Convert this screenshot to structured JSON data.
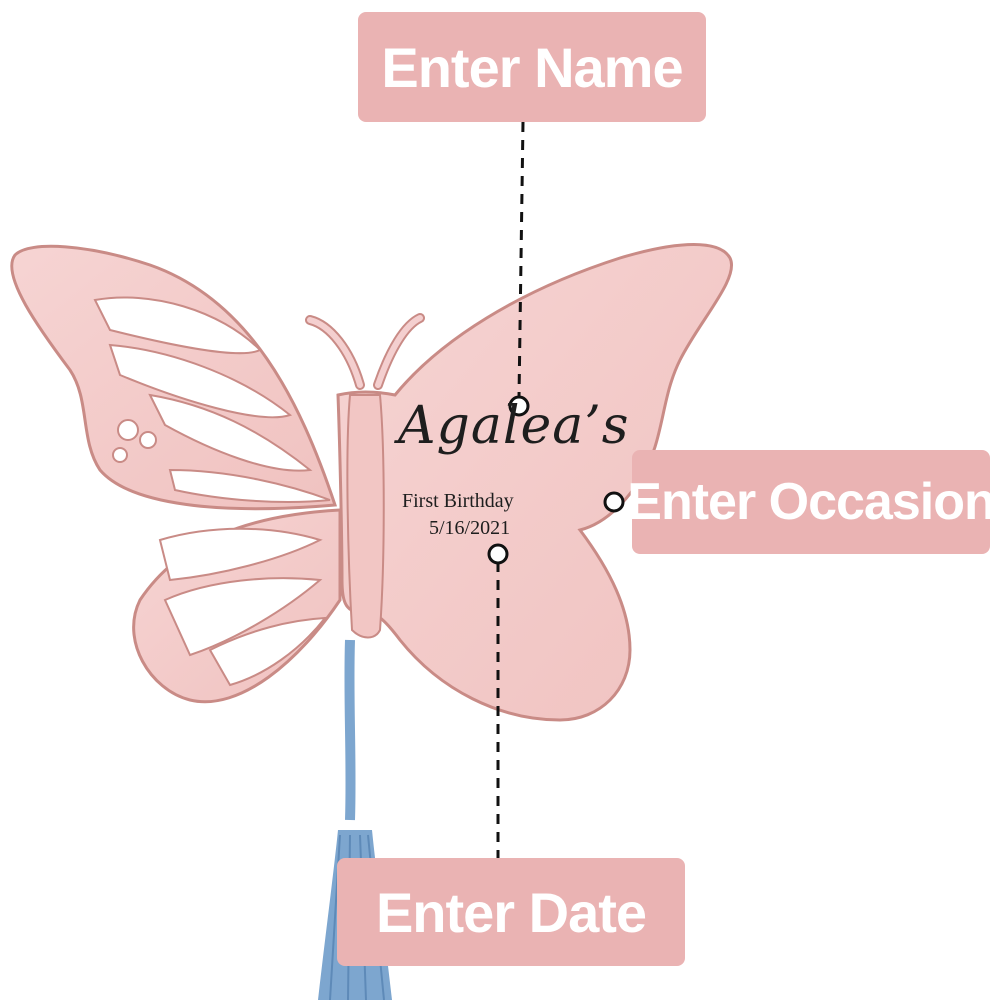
{
  "colors": {
    "accent": "#eab3b3",
    "butterfly_fill": "#f4cfcf",
    "butterfly_line": "#c98b86",
    "tassel": "#7da6cf"
  },
  "labels": {
    "name": "Enter Name",
    "occasion": "Enter Occasion",
    "date": "Enter Date"
  },
  "engraving": {
    "name": "Agalea’s",
    "occasion": "First Birthday",
    "date": "5/16/2021"
  },
  "icons": [
    "butterfly-icon",
    "tassel-icon"
  ]
}
